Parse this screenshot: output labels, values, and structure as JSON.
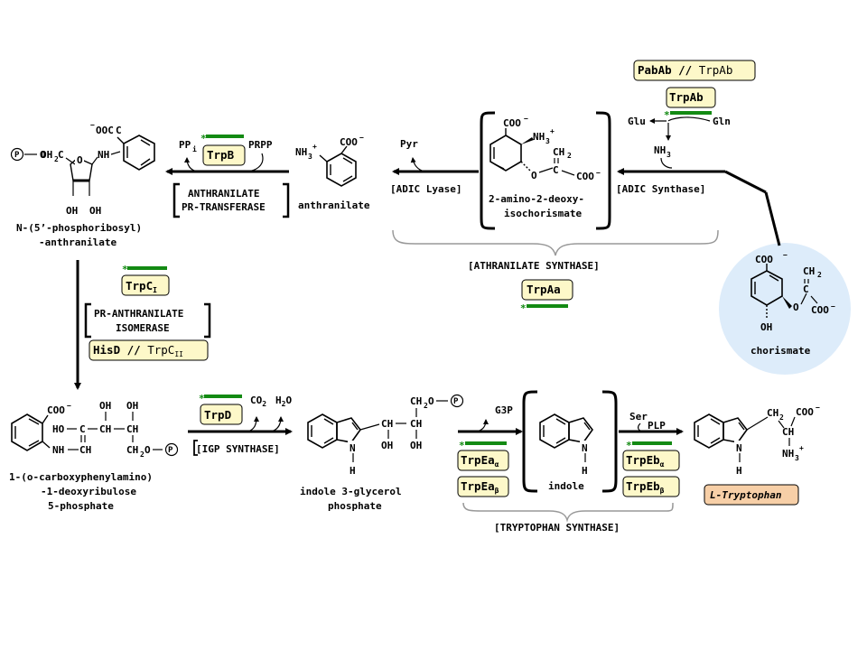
{
  "colors": {
    "enzyme_box": "#fdf8c9",
    "highlight_box": "#f7cfa7",
    "marker": "#138a13",
    "chorismate_bg": "#ddecfa",
    "brace": "#999999"
  },
  "chorismate": {
    "coo_top": "COO",
    "oh": "OH",
    "o": "O",
    "ch2": "CH",
    "c": "C",
    "coo": "COO",
    "name": "chorismate"
  },
  "pabab": {
    "part1": "PabAb // ",
    "part2": "TrpAb"
  },
  "trpab": {
    "label": "TrpAb",
    "glu": "Glu",
    "gln": "Gln",
    "nh3": "NH"
  },
  "adic_synthase": "[ADIC Synthase]",
  "adic": {
    "coo_top": "COO",
    "nh3": "NH",
    "ch2": "CH",
    "c": "C",
    "o": "O",
    "coo": "COO",
    "name1": "2-amino-2-deoxy-",
    "name2": "isochorismate"
  },
  "adic_lyase": {
    "label": "[ADIC Lyase]",
    "pyr": "Pyr"
  },
  "anthranilate_synthase": {
    "label": "[ATHRANILATE SYNTHASE]",
    "trpaa": "TrpAa"
  },
  "anthranilate": {
    "nh3": "NH",
    "coo": "COO",
    "name": "anthranilate"
  },
  "trpb": {
    "label": "TrpB",
    "ppi": "PP",
    "prpp": "PRPP",
    "ptf1": "ANTHRANILATE",
    "ptf2": "PR-TRANSFERASE"
  },
  "pra": {
    "p": "P",
    "och2": "OH",
    "c": "C",
    "ring_o": "O",
    "nh": "NH",
    "ooc": "OOC",
    "oh1": "OH",
    "oh2": "OH",
    "name1": "N-(5’-phosphoribosyl)",
    "name2": "-anthranilate"
  },
  "isomerase": {
    "trpc1": "TrpC",
    "line1": "PR-ANTHRANILATE",
    "line2": "ISOMERASE",
    "hisd": "HisD // ",
    "trpc2": "TrpC"
  },
  "cdrp": {
    "coo": "COO",
    "ho": "HO",
    "c": "C",
    "ch": "CH",
    "oh1": "OH",
    "oh2": "OH",
    "ch_a": "CH",
    "ch_b": "CH",
    "nh": "NH",
    "ch_c": "CH",
    "ch2o": "CH",
    "p": "P",
    "name1": "1-(o-carboxyphenylamino)",
    "name2": "-1-deoxyribulose",
    "name3": "5-phosphate"
  },
  "igp_synthase": {
    "label": "[IGP SYNTHASE]",
    "trpd": "TrpD",
    "co2": "CO",
    "h2o": "H"
  },
  "igp": {
    "ch2o": "CH",
    "p": "P",
    "ch1": "CH",
    "ch2": "CH",
    "oh1": "OH",
    "oh2": "OH",
    "n": "N",
    "h": "H",
    "name1": "indole 3-glycerol",
    "name2": "phosphate"
  },
  "trp_synthase": {
    "g3p": "G3P",
    "trpea_a": "TrpEa",
    "trpea_b": "TrpEa",
    "label": "[TRYPTOPHAN SYNTHASE]",
    "ser": "Ser",
    "plp": "PLP",
    "trpeb_a": "TrpEb",
    "trpeb_b": "TrpEb"
  },
  "indole": {
    "n": "N",
    "h": "H",
    "name": "indole"
  },
  "tryptophan": {
    "ch2": "CH",
    "coo": "COO",
    "ch": "CH",
    "nh3": "NH",
    "n": "N",
    "h": "H",
    "name": "L-Tryptophan"
  }
}
